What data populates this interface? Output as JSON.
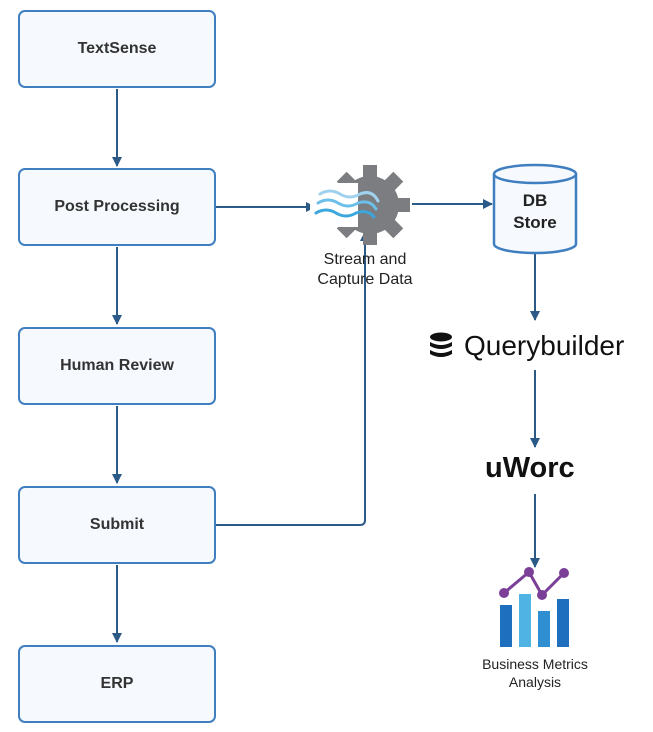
{
  "nodes": {
    "textsense": "TextSense",
    "post_processing": "Post Processing",
    "human_review": "Human Review",
    "submit": "Submit",
    "erp": "ERP",
    "stream_capture": [
      "Stream and",
      "Capture Data"
    ],
    "db_store": [
      "DB",
      "Store"
    ],
    "querybuilder": "Querybuilder",
    "uworc": "uWorc",
    "business_metrics": [
      "Business Metrics",
      "Analysis"
    ]
  },
  "icons": {
    "stream": "gear-with-waves-icon",
    "db": "database-cylinder-icon",
    "querybuilder": "database-stack-icon",
    "metrics": "bar-line-chart-icon"
  },
  "colors": {
    "box_border": "#3f7fc0",
    "box_fill": "#f6fafe",
    "connector": "#2b5a87",
    "gear": "#7b7d80",
    "wave": "#3ba7dc",
    "line_chart": "#7b3f98",
    "bar_dark": "#1f6fbf",
    "bar_light": "#4fb3e3"
  }
}
